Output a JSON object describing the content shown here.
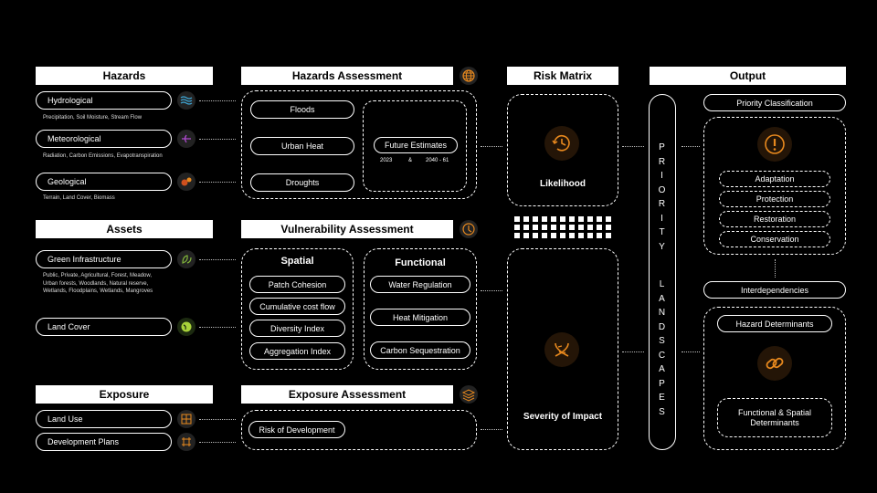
{
  "hazards": {
    "header": "Hazards",
    "items": [
      {
        "label": "Hydrological",
        "desc": "Precipitation, Soil Moisture, Stream Flow",
        "icon": "waves-icon"
      },
      {
        "label": "Meteorological",
        "desc": "Radiation, Carbon Emissions, Evapotranspiration",
        "icon": "heat-icon"
      },
      {
        "label": "Geological",
        "desc": "Terrain, Land Cover, Biomass",
        "icon": "rocks-icon"
      }
    ]
  },
  "assets": {
    "header": "Assets",
    "items": [
      {
        "label": "Green Infrastructure",
        "desc_lines": [
          "Public, Private, Agricultural, Forest, Meadow,",
          "Urban forests, Woodlands, Natural reserve,",
          "Wetlands, Floodplains, Wetlands, Mangroves"
        ],
        "icon": "leaves-icon"
      },
      {
        "label": "Land Cover",
        "icon": "globe-leaf-icon"
      }
    ]
  },
  "exposure": {
    "header": "Exposure",
    "items": [
      {
        "label": "Land Use",
        "icon": "grid-map-icon"
      },
      {
        "label": "Development Plans",
        "icon": "blueprint-icon"
      }
    ]
  },
  "hazards_assessment": {
    "header": "Hazards Assessment",
    "icon": "globe-icon",
    "items": [
      "Floods",
      "Urban Heat",
      "Droughts"
    ],
    "future": {
      "label": "Future Estimates",
      "year_a": "2023",
      "amp": "&",
      "year_b": "2040 - 61"
    }
  },
  "vulnerability_assessment": {
    "header": "Vulnerability Assessment",
    "icon": "gauge-icon",
    "spatial": {
      "title": "Spatial",
      "items": [
        "Patch Cohesion",
        "Cumulative cost flow",
        "Diversity Index",
        "Aggregation Index"
      ]
    },
    "functional": {
      "title": "Functional",
      "items": [
        "Water Regulation",
        "Heat Mitigation",
        "Carbon Sequestration"
      ]
    }
  },
  "exposure_assessment": {
    "header": "Exposure Assessment",
    "icon": "layers-icon",
    "items": [
      "Risk of Development"
    ]
  },
  "risk_matrix": {
    "header": "Risk Matrix",
    "likelihood": "Likelihood",
    "severity": "Severity of Impact"
  },
  "priority": {
    "word1": "PRIORITY",
    "word2": "LANDSCAPES"
  },
  "output": {
    "header": "Output",
    "priority_classification": "Priority Classification",
    "classes": [
      "Adaptation",
      "Protection",
      "Restoration",
      "Conservation"
    ],
    "interdependencies": "Interdependencies",
    "hazard_determinants": "Hazard Determinants",
    "functional_spatial": "Functional & Spatial Determinants"
  },
  "colors": {
    "accent": "#e8891e",
    "background": "#000000",
    "foreground": "#ffffff"
  }
}
